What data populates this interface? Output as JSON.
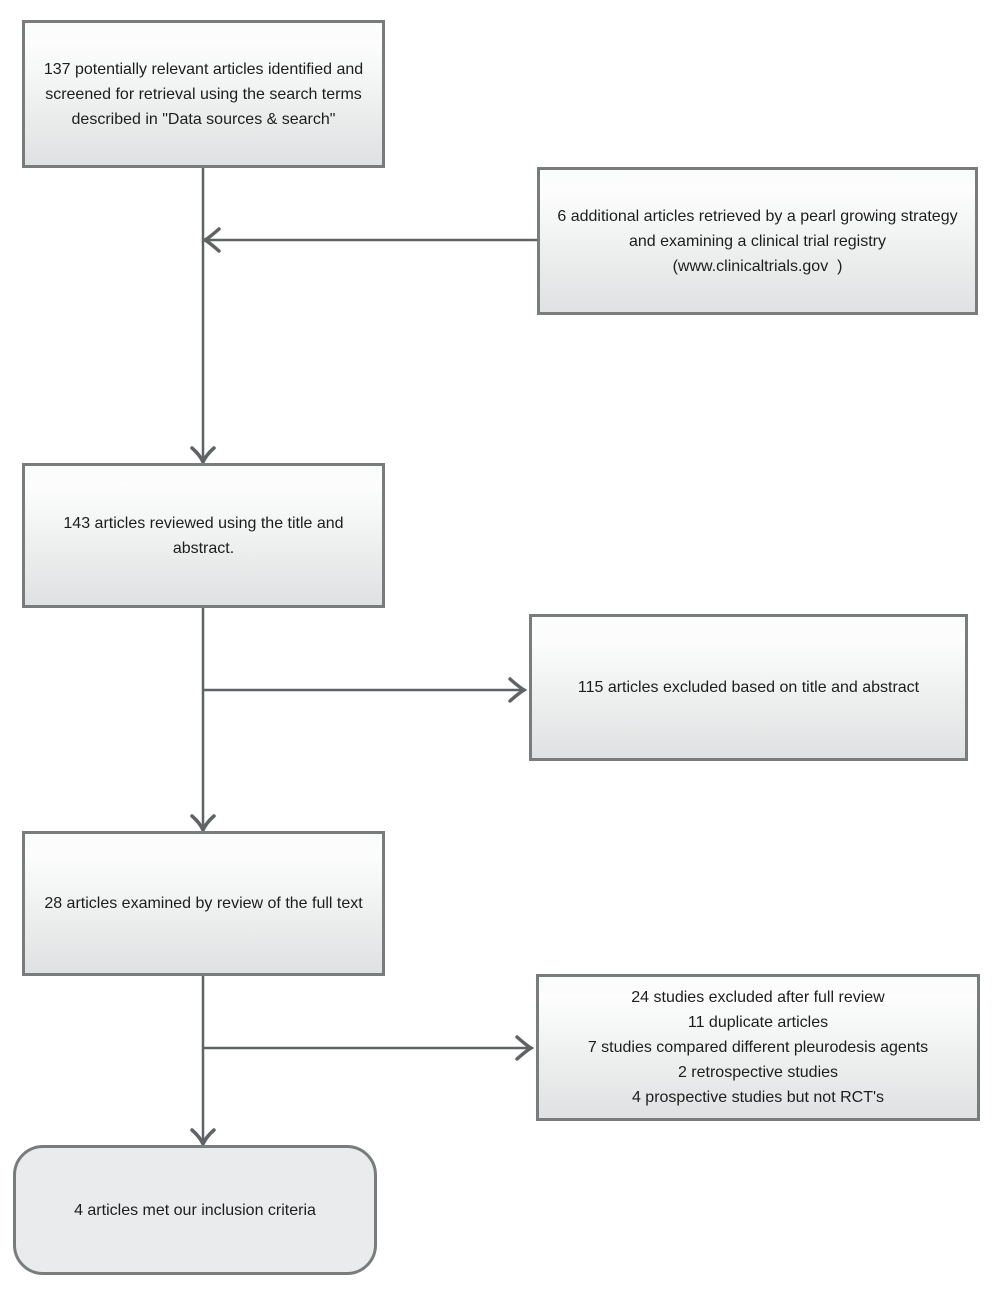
{
  "diagram": {
    "main_boxes": [
      {
        "text": "137 potentially relevant articles identified and screened for retrieval using the search terms described in \"Data sources & search\""
      },
      {
        "text": "143 articles reviewed using the title and abstract."
      },
      {
        "text": "28 articles examined by review of the full text"
      },
      {
        "text": "4 articles met our inclusion criteria"
      }
    ],
    "side_boxes": [
      {
        "text": "6 additional articles retrieved by a pearl growing strategy and examining a clinical trial registry (www.clinicaltrials.gov  )"
      },
      {
        "text": "115 articles excluded based on title and abstract"
      },
      {
        "lines": [
          "24 studies excluded after full review",
          "11 duplicate articles",
          "7 studies compared different pleurodesis agents",
          "2 retrospective studies",
          "4 prospective studies but not RCT's"
        ]
      }
    ],
    "colors": {
      "box_border": "#797c7d",
      "box_fill_top": "#fafbfb",
      "box_fill_bottom": "#dfe1e2",
      "rounded_fill": "#e9ebed",
      "connector": "#606365",
      "text": "#1d1d1d"
    }
  }
}
